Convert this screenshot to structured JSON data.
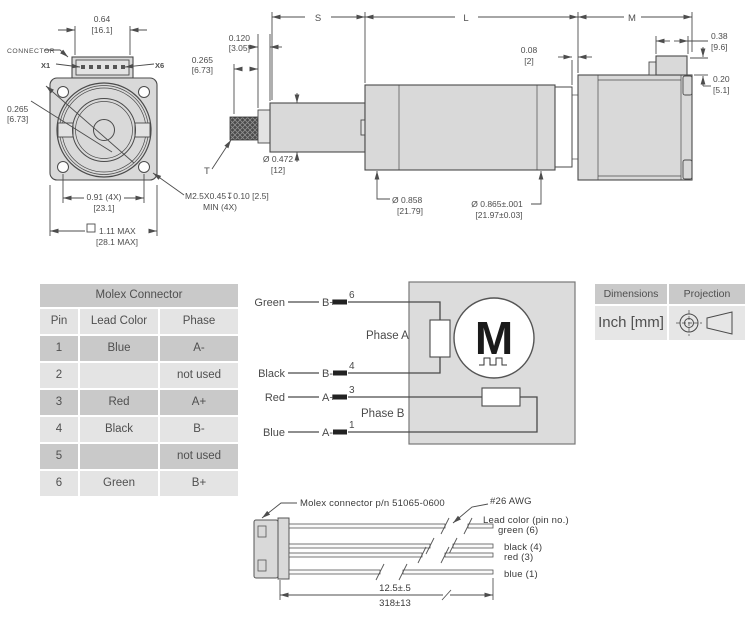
{
  "front_view": {
    "connector_callout": "CONNECTOR",
    "pin_first": "X1",
    "pin_last": "X6",
    "connector_width_in": "0.64",
    "connector_width_mm": "[16.1]",
    "connector_offset_in": "0.265",
    "connector_offset_mm": "[6.73]",
    "hole_spacing_in": "0.91 (4X)",
    "hole_spacing_mm": "[23.1]",
    "body_width_in": "1.11 MAX",
    "body_width_mm": "[28.1 MAX]",
    "mount_thread_note": "M2.5X0.45↧0.10 [2.5]",
    "mount_thread_note2": "MIN (4X)"
  },
  "side_view": {
    "dim_s": "S",
    "dim_l": "L",
    "dim_m": "M",
    "thread_label": "T",
    "nose_len_in": "0.120",
    "nose_len_mm": "[3.05]",
    "thread_len_in": "0.265",
    "thread_len_mm": "[6.73]",
    "shaft_dia_in": "Ø 0.472",
    "shaft_dia_mm": "[12]",
    "cap_dia_in": "Ø 0.858",
    "cap_dia_mm": "[21.79]",
    "body_dia_in": "Ø 0.865±.001",
    "body_dia_mm": "[21.97±0.03]",
    "gap_in": "0.08",
    "gap_mm": "[2]",
    "connector_width_in": "0.38",
    "connector_width_mm": "[9.6]",
    "connector_height_in": "0.20",
    "connector_height_mm": "[5.1]"
  },
  "connector_table": {
    "title": "Molex Connector",
    "headers": [
      "Pin",
      "Lead Color",
      "Phase"
    ],
    "rows": [
      {
        "pin": "1",
        "color": "Blue",
        "phase": "A-"
      },
      {
        "pin": "2",
        "color": "",
        "phase": "not used"
      },
      {
        "pin": "3",
        "color": "Red",
        "phase": "A+"
      },
      {
        "pin": "4",
        "color": "Black",
        "phase": "B-"
      },
      {
        "pin": "5",
        "color": "",
        "phase": "not used"
      },
      {
        "pin": "6",
        "color": "Green",
        "phase": "B+"
      }
    ]
  },
  "wiring": {
    "motor_letter": "M",
    "phase_a": "Phase A",
    "phase_b": "Phase B",
    "leads": [
      {
        "color": "Green",
        "terminal": "B+",
        "pin": "6"
      },
      {
        "color": "Black",
        "terminal": "B-",
        "pin": "4"
      },
      {
        "color": "Red",
        "terminal": "A+",
        "pin": "3"
      },
      {
        "color": "Blue",
        "terminal": "A-",
        "pin": "1"
      }
    ]
  },
  "info_box": {
    "dimensions_header": "Dimensions",
    "projection_header": "Projection",
    "dimensions_value": "Inch [mm]"
  },
  "cable": {
    "connector_note": "Molex connector p/n 51065-0600",
    "wire_gauge": "#26 AWG",
    "lead_color_heading": "Lead color (pin no.)",
    "wire_labels": [
      "green (6)",
      "black (4)",
      "red (3)",
      "blue (1)"
    ],
    "length_in": "12.5±.5",
    "length_mm": "318±13"
  }
}
